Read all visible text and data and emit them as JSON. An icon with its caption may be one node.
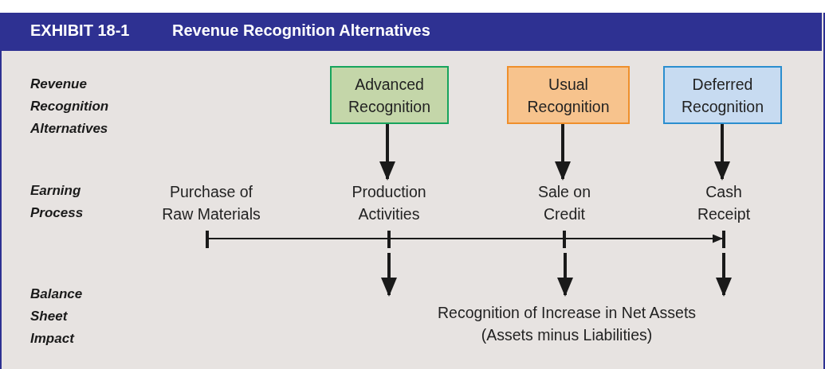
{
  "diagram": {
    "title": "Revenue Recognition Alternatives",
    "nodes": [
      {
        "text": [
          "Advanced Recognition"
        ]
      },
      {
        "text": [
          "Usual Recognition"
        ]
      },
      {
        "text": [
          "Deferred Recognition"
        ]
      },
      {
        "text": [
          "Purchase of Raw Materials"
        ]
      },
      {
        "text": [
          "Production Activities"
        ]
      },
      {
        "text": [
          "Sale on Credit"
        ]
      },
      {
        "text": [
          "Cash Receipt"
        ]
      },
      {
        "text": [
          "Recognition of Increase in Net Assets (Assets minus Liabilities)"
        ]
      }
    ],
    "edges": [
      {
        "from": 0,
        "to": 4,
        "arrow": "to"
      },
      {
        "from": 1,
        "to": 5,
        "arrow": "to"
      },
      {
        "from": 2,
        "to": 6,
        "arrow": "to"
      },
      {
        "from": 3,
        "to": 6,
        "arrow": "to"
      },
      {
        "from": 4,
        "to": 7,
        "arrow": "to"
      },
      {
        "from": 5,
        "to": 7,
        "arrow": "to"
      },
      {
        "from": 6,
        "to": 7,
        "arrow": "to"
      }
    ],
    "labels": [
      "EXHIBIT 18-1",
      "Revenue Recognition Alternatives",
      "Earning Process",
      "Balance Sheet Impact"
    ]
  }
}
